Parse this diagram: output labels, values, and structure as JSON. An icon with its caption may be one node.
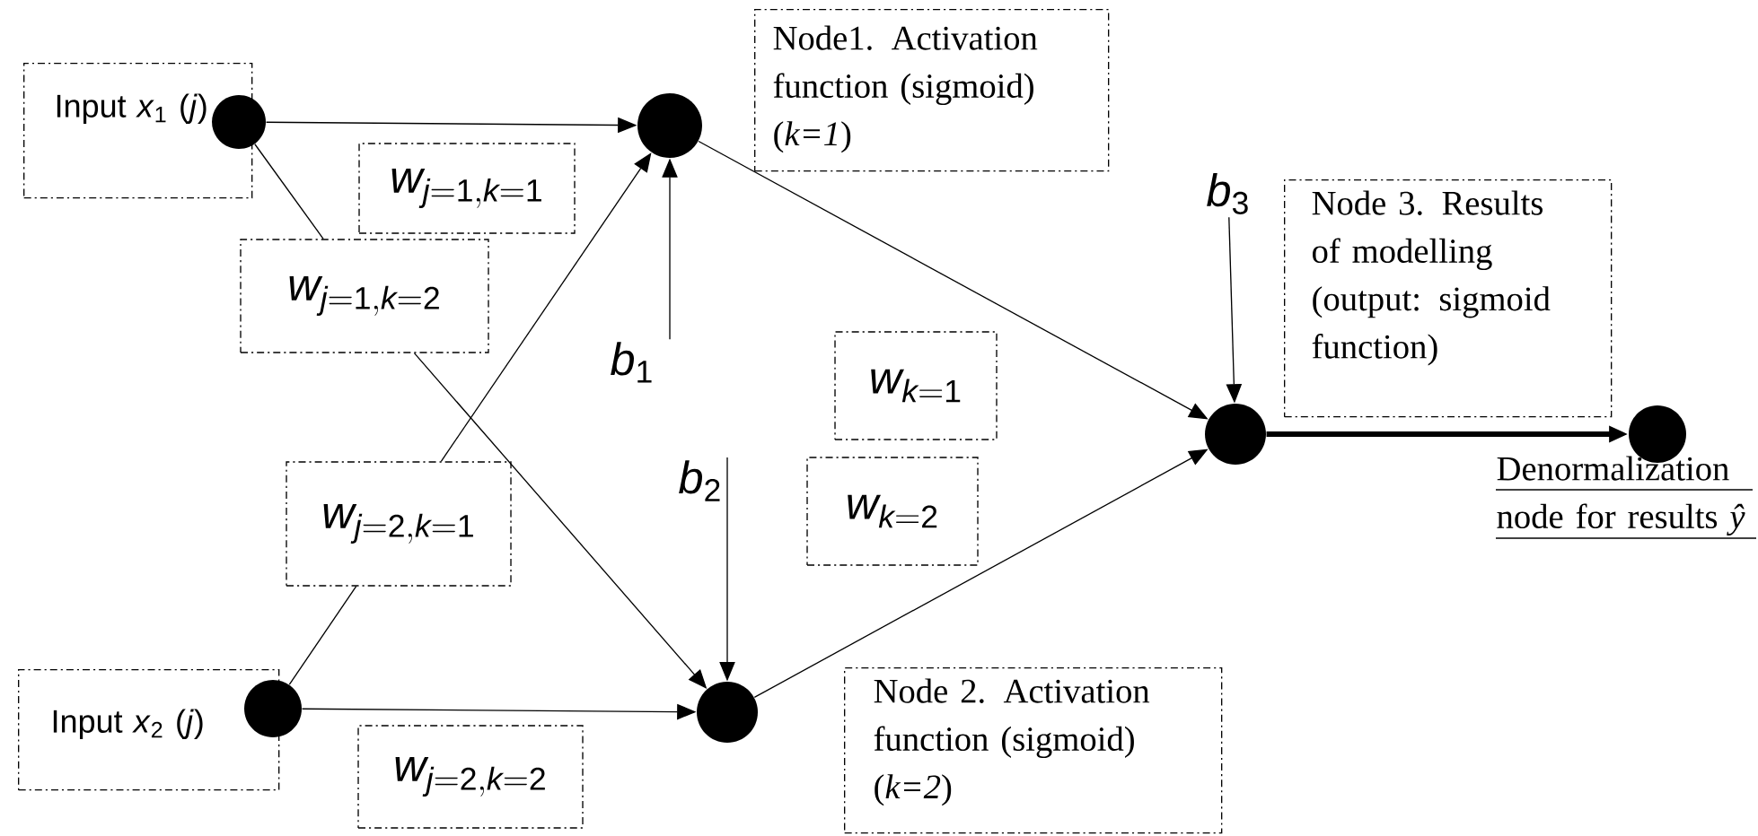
{
  "diagram": {
    "nodes": [
      {
        "text": [
          "Input *x*$_{1}$ (*j*)"
        ]
      },
      {
        "text": [],
        "shape": "circle"
      },
      {
        "text": [
          "w_{j=1, k=1}"
        ]
      },
      {
        "text": [
          "w_{j=1, k=2}"
        ]
      },
      {
        "text": [],
        "shape": "circle"
      },
      {
        "text": [
          "Node1. Activation function (sigmoid) (*k=1*)"
        ]
      },
      {
        "text": [
          "b_{1}"
        ]
      },
      {
        "text": [
          "b_{3}"
        ]
      },
      {
        "text": [
          "Node 3. Results of modelling (output: sigmoid function)"
        ]
      },
      {
        "text": [],
        "shape": "circle"
      },
      {
        "text": [],
        "shape": "circle",
        "beside": [
          "Denormalization node for results *ŷ*"
        ]
      },
      {
        "text": [
          "w_{k=1}"
        ]
      },
      {
        "text": [
          "w_{j=2, k=1}"
        ]
      },
      {
        "text": [
          "b_{2}"
        ]
      },
      {
        "text": [
          "w_{k=2}"
        ]
      },
      {
        "text": [
          "Input *x*$_{2}$ (*j*)"
        ]
      },
      {
        "text": [],
        "shape": "circle"
      },
      {
        "text": [],
        "shape": "circle"
      },
      {
        "text": [
          "w_{j=2, k=2}"
        ]
      },
      {
        "text": [
          "Node 2. Activation function (sigmoid) (*k=2*)"
        ]
      }
    ],
    "edges": [
      {
        "from": 1,
        "to": 4,
        "arrow": "to"
      },
      {
        "from": 1,
        "to": 3,
        "arrow": "none"
      },
      {
        "from": 3,
        "to": 17,
        "arrow": "to"
      },
      {
        "from": 16,
        "to": 12,
        "arrow": "none"
      },
      {
        "from": 12,
        "to": 4,
        "arrow": "to"
      },
      {
        "from": 16,
        "to": 17,
        "arrow": "to"
      },
      {
        "from": 4,
        "to": 9,
        "arrow": "to"
      },
      {
        "from": 17,
        "to": 9,
        "arrow": "to"
      },
      {
        "from": 9,
        "to": 10,
        "arrow": "to",
        "style": "thick"
      },
      {
        "from": 6,
        "to": 4,
        "arrow": "to"
      },
      {
        "from": 13,
        "to": 17,
        "arrow": "to"
      },
      {
        "from": 7,
        "to": 9,
        "arrow": "to"
      }
    ]
  }
}
